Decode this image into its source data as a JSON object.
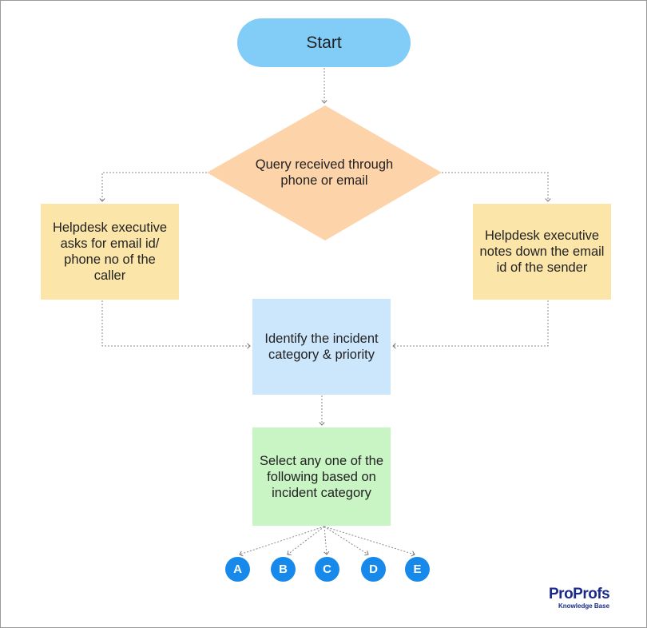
{
  "nodes": {
    "start": "Start",
    "decision": "Query received through phone or email",
    "left": "Helpdesk executive asks for email id/ phone no of the caller",
    "right": "Helpdesk executive notes down the email id of the sender",
    "identify": "Identify the incident category & priority",
    "select": "Select any one of the following based on incident category"
  },
  "options": [
    "A",
    "B",
    "C",
    "D",
    "E"
  ],
  "logo": {
    "name": "ProProfs",
    "tagline": "Knowledge Base"
  },
  "colors": {
    "start": "#81cdf8",
    "decision": "#fdd3aa",
    "executive": "#fce5a8",
    "identify": "#cce6fc",
    "select": "#c9f5c4",
    "option": "#1689ea"
  }
}
